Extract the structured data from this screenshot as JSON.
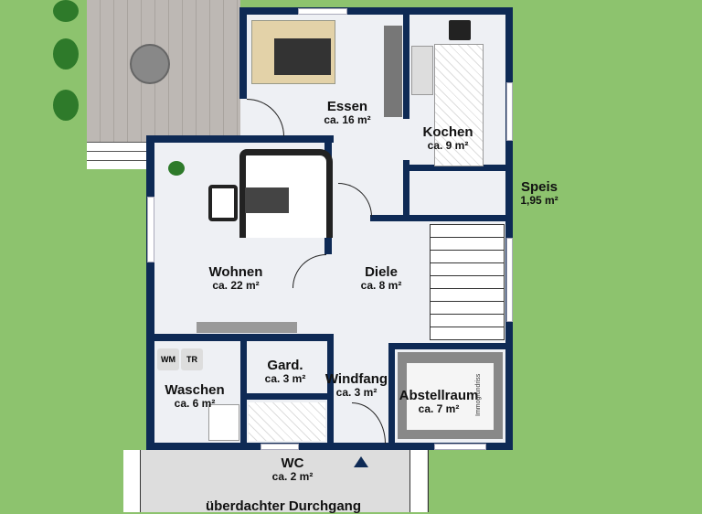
{
  "rooms": {
    "essen": {
      "name": "Essen",
      "area": "ca. 16 m²"
    },
    "kochen": {
      "name": "Kochen",
      "area": "ca. 9 m²"
    },
    "speis": {
      "name": "Speis",
      "area": "1,95 m²"
    },
    "wohnen": {
      "name": "Wohnen",
      "area": "ca. 22 m²"
    },
    "diele": {
      "name": "Diele",
      "area": "ca. 8 m²"
    },
    "gard": {
      "name": "Gard.",
      "area": "ca. 3 m²"
    },
    "windfang": {
      "name": "Windfang",
      "area": "ca. 3 m²"
    },
    "waschen": {
      "name": "Waschen",
      "area": "ca. 6 m²"
    },
    "abstellraum": {
      "name": "Abstellraum",
      "area": "ca. 7 m²"
    },
    "wc": {
      "name": "WC",
      "area": "ca. 2 m²"
    },
    "durchgang": {
      "name": "überdachter Durchgang"
    }
  },
  "appliances": {
    "washer": "WM",
    "dryer": "TR"
  },
  "watermark": "Immogrundriss",
  "colors": {
    "wall": "#0e2a55",
    "grass": "#8dc36e",
    "floor": "#eef0f4",
    "deck": "#bdb8b4"
  },
  "icons": [
    "plant-icon",
    "entrance-arrow-icon",
    "stove-icon",
    "sink-icon"
  ]
}
